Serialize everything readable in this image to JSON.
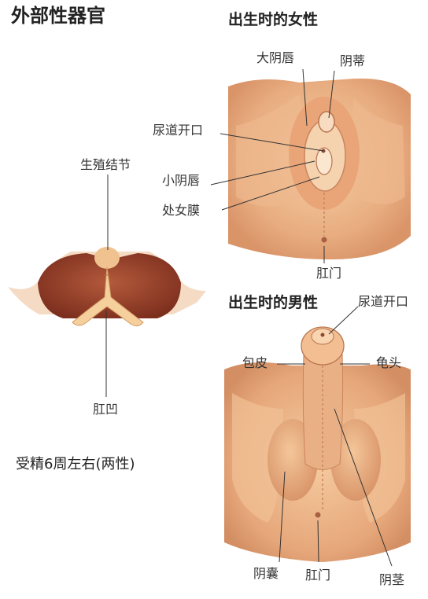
{
  "page": {
    "title": "外部性器官"
  },
  "female": {
    "heading": "出生时的女性",
    "labels": {
      "labia_majora": "大阴唇",
      "clitoris": "阴蒂",
      "urethral_opening": "尿道开口",
      "labia_minora": "小阴唇",
      "hymen": "处女膜",
      "anus": "肛门"
    }
  },
  "embryo": {
    "labels": {
      "genital_tubercle": "生殖结节",
      "anal_pit": "肛凹"
    },
    "caption": "受精6周左右(两性)"
  },
  "male": {
    "heading": "出生时的男性",
    "labels": {
      "urethral_opening": "尿道开口",
      "foreskin": "包皮",
      "glans": "龟头",
      "scrotum": "阴囊",
      "anus": "肛门",
      "penis": "阴茎"
    }
  }
}
